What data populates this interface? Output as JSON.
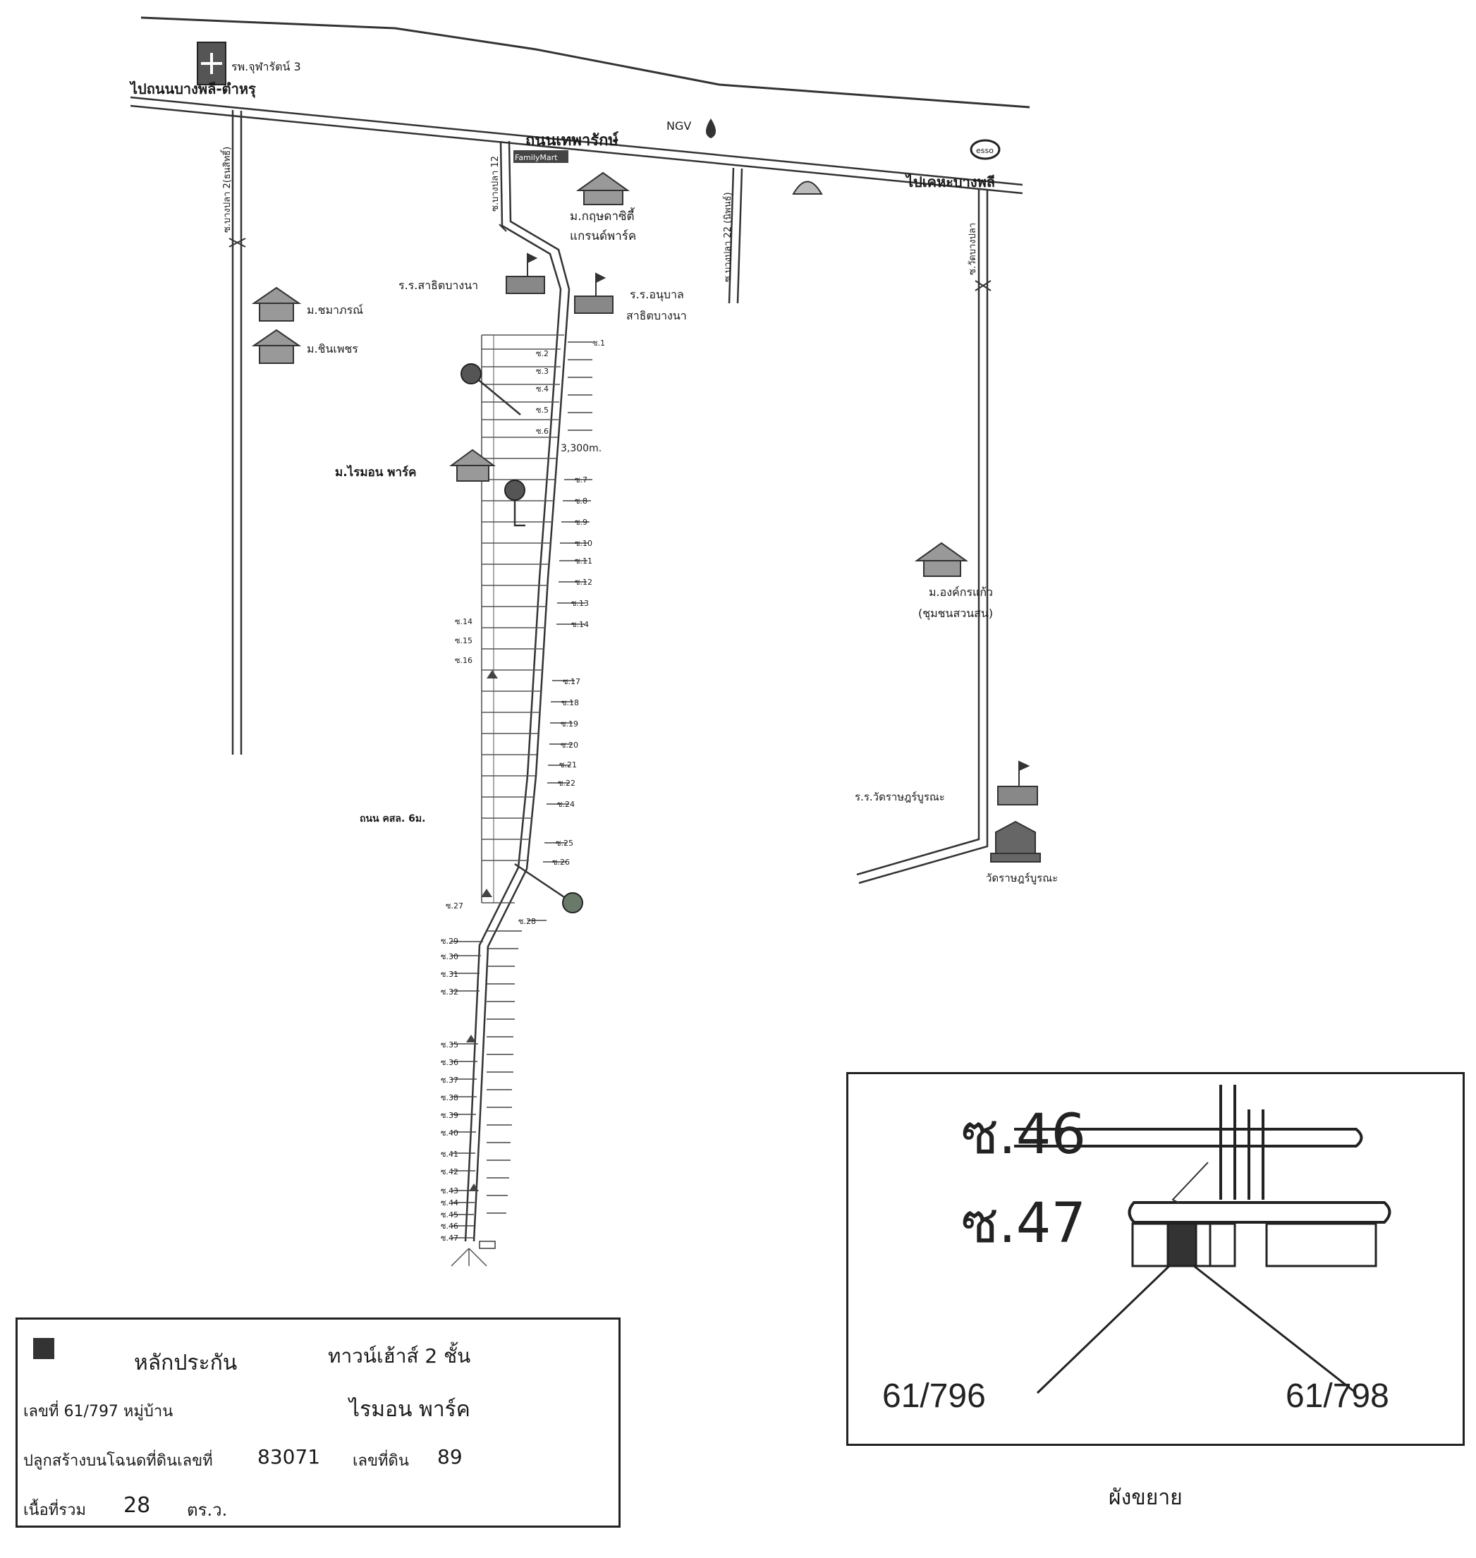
{
  "map": {
    "road_main": "ถนนเทพารักษ์",
    "to_west": "ไปถนนบางพลี-ตำหรุ",
    "to_east": "ไปเคหะบางพลี",
    "ngv": "NGV",
    "esso": "esso",
    "familymart": "FamilyMart",
    "hospital": "รพ.จุฬารัตน์ 3",
    "soi_west": "ซ.บางปลา 2(ธนสิทธิ์)",
    "soi_12": "ซ.บางปลา 12",
    "soi_22": "ซ.บางปลา 22 (นิพนธ์)",
    "soi_wat": "ซ.วัดบางปลา",
    "village_krisda": "ม.กฤษดาซิตี้",
    "village_krisda_2": "แกรนด์พาร์ค",
    "school_sarit": "ร.ร.สาธิตบางนา",
    "school_anuban": "ร.ร.อนุบาล",
    "school_anuban_2": "สาธิตบางนา",
    "village_chomaporn": "ม.ชมาภรณ์",
    "village_chinphet": "ม.ชินเพชร",
    "village_raimon": "ม.ไรมอน พาร์ค",
    "distance": "3,300m.",
    "village_ongkorn": "ม.องค์กรแก้ว",
    "village_ongkorn_2": "(ชุมชนสวนสน)",
    "school_wat": "ร.ร.วัดราษฎร์บูรณะ",
    "temple": "วัดราษฎร์บูรณะ",
    "road_kasd": "ถนน คสล. 6ม.",
    "sois_right_upper": [
      "ซ.1",
      "ซ.2",
      "ซ.3",
      "ซ.4",
      "ซ.5",
      "ซ.6",
      "ซ.7",
      "ซ.8",
      "ซ.9",
      "ซ.10",
      "ซ.11",
      "ซ.12",
      "ซ.13",
      "ซ.14"
    ],
    "sois_left_mid": [
      "ซ.14",
      "ซ.15",
      "ซ.16"
    ],
    "sois_right_mid": [
      "ซ.17",
      "ซ.18",
      "ซ.19",
      "ซ.20",
      "ซ.21",
      "ซ.22",
      "ซ.24",
      "ซ.25",
      "ซ.26"
    ],
    "soi_27": "ซ.27",
    "soi_28": "ซ.28",
    "sois_left_lower": [
      "ซ.29",
      "ซ.30",
      "ซ.31",
      "ซ.32",
      "ซ.35",
      "ซ.36",
      "ซ.37",
      "ซ.38",
      "ซ.39",
      "ซ.40",
      "ซ.41",
      "ซ.42",
      "ซ.43",
      "ซ.44",
      "ซ.45",
      "ซ.46",
      "ซ.47"
    ]
  },
  "legend": {
    "label": "หลักประกัน",
    "type": "ทาวน์เฮ้าส์ 2 ชั้น",
    "no_label": "เลขที่ 61/797 หมู่บ้าน",
    "village": "ไรมอน พาร์ค",
    "deed_label": "ปลูกสร้างบนโฉนดที่ดินเลขที่",
    "deed_no": "83071",
    "land_label": "เลขที่ดิน",
    "land_no": "89",
    "area_label": "เนื้อที่รวม",
    "area_value": "28",
    "area_unit": "ตร.ว.",
    "swatch_color": "#333333"
  },
  "inset": {
    "soi_46": "ซ.46",
    "soi_47": "ซ.47",
    "house_left": "61/796",
    "house_right": "61/798",
    "caption": "ผังขยาย"
  }
}
